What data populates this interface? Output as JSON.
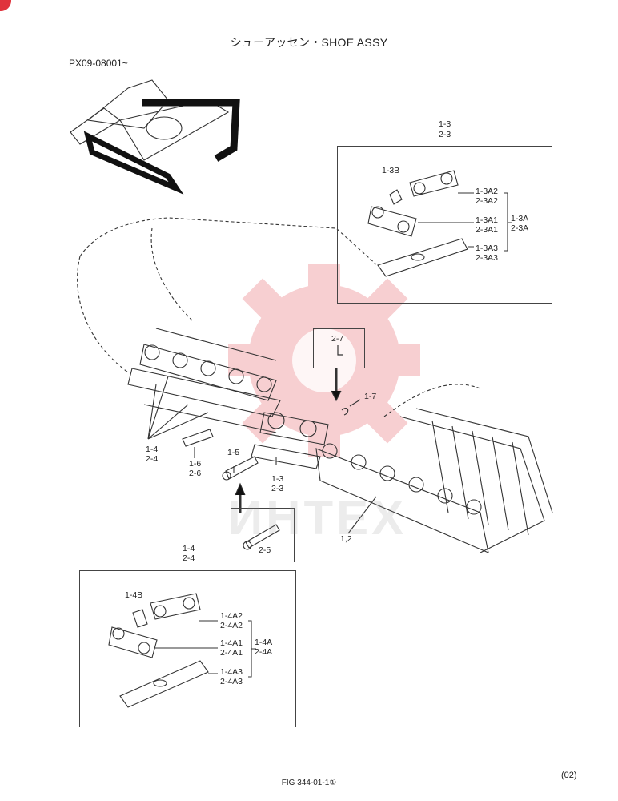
{
  "title": "シューアッセン・SHOE ASSY",
  "serial": "PX09-08001~",
  "watermark": "ИНТЕХ",
  "footer": "FIG 344-01-1①",
  "page_number": "(02)",
  "upper_box": {
    "ref1": "1-3",
    "ref2": "2-3",
    "bushing": "1-3B",
    "link_outer_1": "1-3A2",
    "link_outer_2": "2-3A2",
    "link_inner_1": "1-3A1",
    "link_inner_2": "2-3A1",
    "plate_1": "1-3A3",
    "plate_2": "2-3A3",
    "assy_1": "1-3A",
    "assy_2": "2-3A"
  },
  "lower_box": {
    "ref1": "1-4",
    "ref2": "2-4",
    "bushing": "1-4B",
    "link_outer_1": "1-4A2",
    "link_outer_2": "2-4A2",
    "link_inner_1": "1-4A1",
    "link_inner_2": "2-4A1",
    "plate_1": "1-4A3",
    "plate_2": "2-4A3",
    "assy_1": "1-4A",
    "assy_2": "2-4A"
  },
  "pin_box": {
    "label": "2-5"
  },
  "clip_box": {
    "label": "2-7"
  },
  "callouts": {
    "c_1_7": "1-7",
    "c_1_4": "1-4",
    "c_2_4": "2-4",
    "c_1_6": "1-6",
    "c_2_6": "2-6",
    "c_1_5": "1-5",
    "c_1_3": "1-3",
    "c_2_3": "2-3",
    "c_track": "1,2"
  },
  "colors": {
    "line": "#333333",
    "watermark_red": "#f2a9ad",
    "badge": "#e0323c"
  }
}
